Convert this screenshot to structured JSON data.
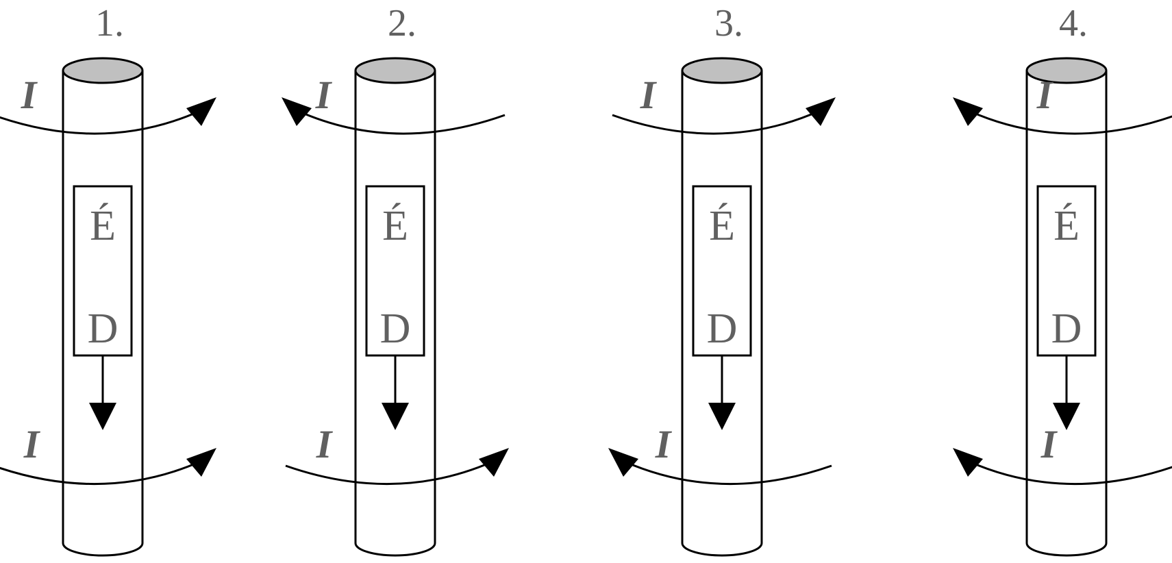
{
  "panels": [
    {
      "number": "1.",
      "top_current": {
        "label": "I",
        "direction": "right"
      },
      "bottom_current": {
        "label": "I",
        "direction": "right"
      },
      "magnet": {
        "top_pole": "É",
        "bottom_pole": "D",
        "motion": "down"
      }
    },
    {
      "number": "2.",
      "top_current": {
        "label": "I",
        "direction": "left"
      },
      "bottom_current": {
        "label": "I",
        "direction": "right"
      },
      "magnet": {
        "top_pole": "É",
        "bottom_pole": "D",
        "motion": "down"
      }
    },
    {
      "number": "3.",
      "top_current": {
        "label": "I",
        "direction": "right"
      },
      "bottom_current": {
        "label": "I",
        "direction": "left"
      },
      "magnet": {
        "top_pole": "É",
        "bottom_pole": "D",
        "motion": "down"
      }
    },
    {
      "number": "4.",
      "top_current": {
        "label": "I",
        "direction": "left"
      },
      "bottom_current": {
        "label": "I",
        "direction": "left"
      },
      "magnet": {
        "top_pole": "É",
        "bottom_pole": "D",
        "motion": "down"
      }
    }
  ],
  "colors": {
    "stroke": "#000000",
    "tube_top": "#c0c0c0",
    "text": "#606060"
  }
}
